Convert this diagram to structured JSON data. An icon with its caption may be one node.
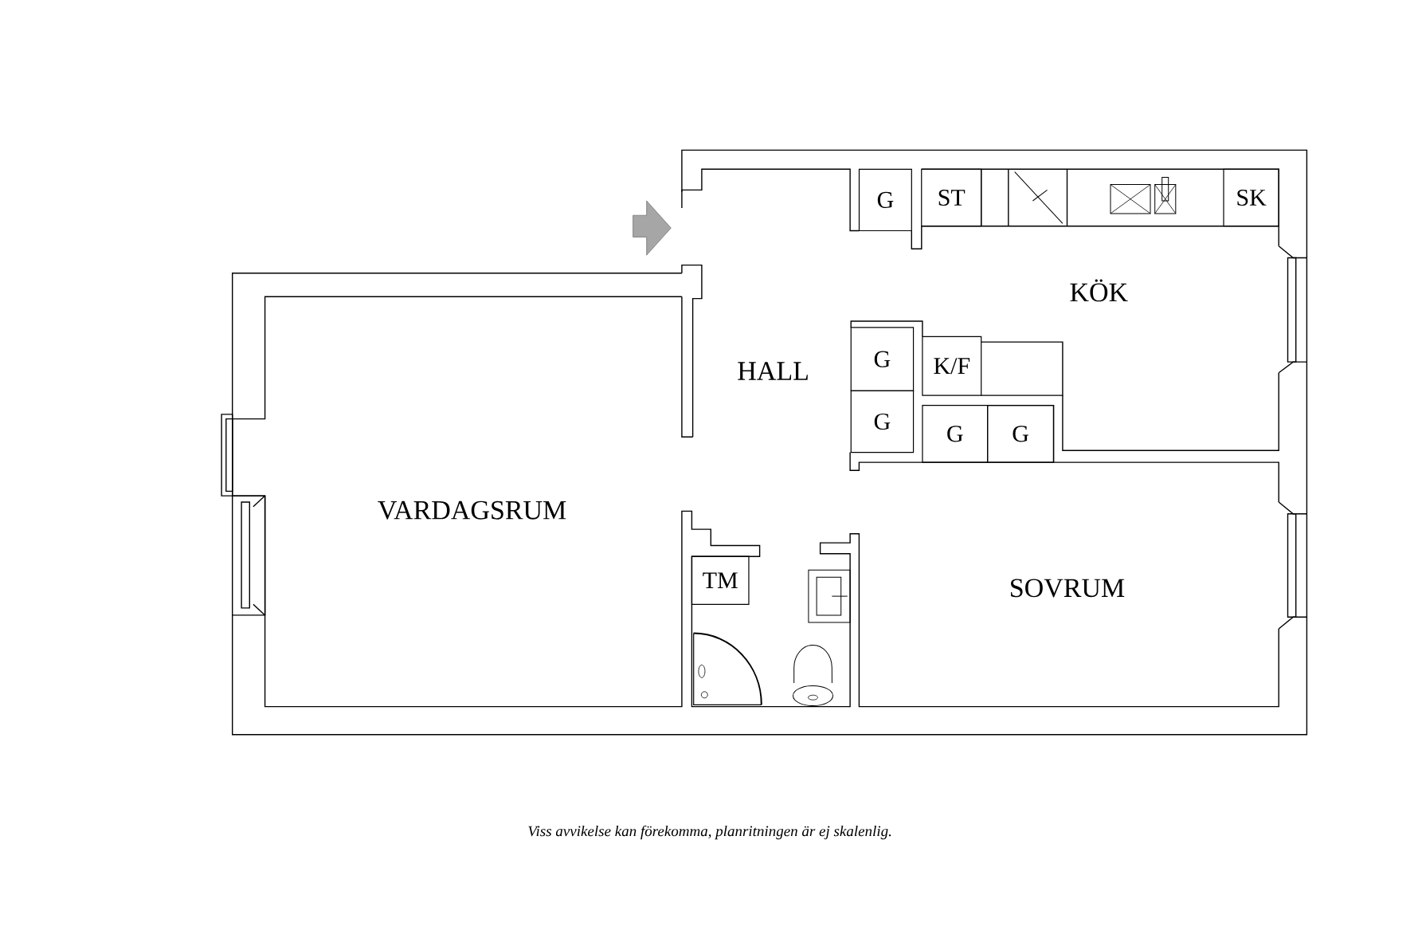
{
  "diagram": {
    "caption": "Viss avvikelse kan förekomma, planritningen är ej skalenlig.",
    "nodes": [
      {
        "text": [
          "G"
        ]
      },
      {
        "text": [
          "ST"
        ]
      },
      {
        "text": [
          "SK"
        ]
      },
      {
        "text": [
          "G"
        ]
      },
      {
        "text": [
          "K/F"
        ]
      },
      {
        "text": [
          "G"
        ]
      },
      {
        "text": [
          "G"
        ]
      },
      {
        "text": [
          "G"
        ]
      },
      {
        "text": [
          "TM"
        ]
      }
    ],
    "edges": [],
    "labels": [
      "KÖK",
      "HALL",
      "VARDAGSRUM",
      "SOVRUM"
    ]
  }
}
